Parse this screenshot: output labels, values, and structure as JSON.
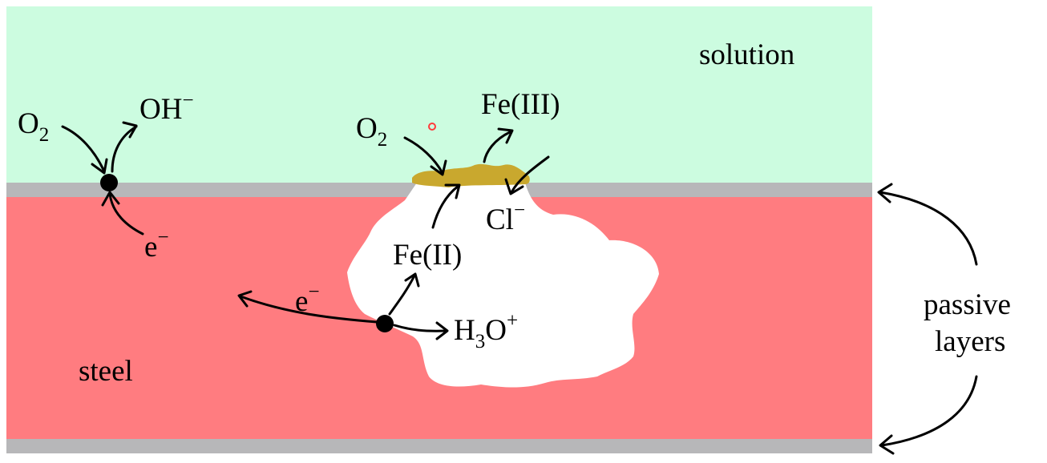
{
  "regions": {
    "solution": "solution",
    "steel": "steel"
  },
  "species": {
    "o2_left": "O",
    "o2_left_sub": "2",
    "oh": "OH",
    "oh_sup": "−",
    "e_left": "e",
    "e_left_sup": "−",
    "o2_pit": "O",
    "o2_pit_sub": "2",
    "fe3": "Fe(III)",
    "cl": "Cl",
    "cl_sup": "−",
    "fe2": "Fe(II)",
    "e_pit": "e",
    "e_pit_sup": "−",
    "h3o_h": "H",
    "h3o_sub": "3",
    "h3o_o": "O",
    "h3o_sup": "+"
  },
  "callout": {
    "line1": "passive",
    "line2": "layers"
  },
  "colors": {
    "solution": "#ccfce0",
    "steel": "#ff7c80",
    "passive_layer": "#b7b7b9",
    "pit": "#ffffff",
    "corrosion_product": "#c9a82e",
    "marker": "#ff3b3b"
  }
}
